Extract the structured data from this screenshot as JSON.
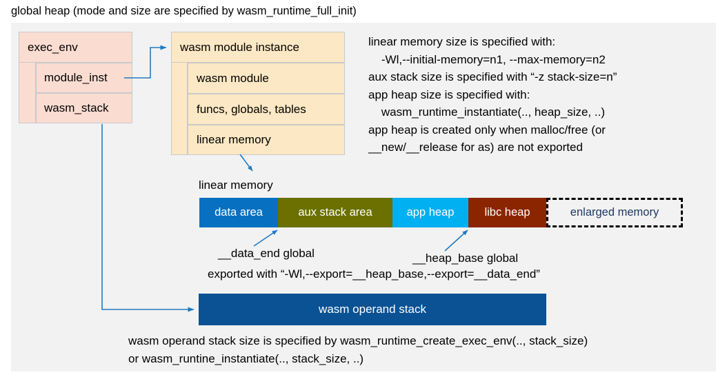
{
  "title": "global heap (mode and size are specified by wasm_runtime_full_init)",
  "colors": {
    "canvas": "#f2f2f2",
    "exec_env_fill": "#fadcd1",
    "module_inst_fill": "#fce8c4",
    "box_border": "#c9c9c9",
    "connector": "#1f7ac0",
    "data_area": "#0770c0",
    "aux_stack_area": "#6b7000",
    "app_heap": "#00b0f0",
    "libc_heap": "#8b2500",
    "enlarged_memory_text": "#1f3864",
    "operand_stack": "#0a5294"
  },
  "exec_env": {
    "header": "exec_env",
    "fields": [
      {
        "label": "module_inst"
      },
      {
        "label": "wasm_stack"
      }
    ]
  },
  "module_instance": {
    "header": "wasm module instance",
    "fields": [
      {
        "label": "wasm module"
      },
      {
        "label": "funcs, globals, tables"
      },
      {
        "label": "linear memory"
      }
    ]
  },
  "notes": "linear memory size is specified with:\n    -Wl,--initial-memory=n1, --max-memory=n2\naux stack size is specified with “-z stack-size=n”\napp heap size is specified with:\n    wasm_runtime_instantiate(.., heap_size, ..)\napp heap is created only when malloc/free (or\n__new/__release for as) are not exported",
  "linear_memory": {
    "caption": "linear memory",
    "segments": [
      {
        "label": "data area",
        "color": "#0770c0"
      },
      {
        "label": "aux stack area",
        "color": "#6b7000"
      },
      {
        "label": "app heap",
        "color": "#00b0f0"
      },
      {
        "label": "libc heap",
        "color": "#8b2500"
      },
      {
        "label": "enlarged memory",
        "color": "#f2f2f2"
      }
    ]
  },
  "callouts": {
    "data_end": "__data_end global",
    "heap_base": "__heap_base global",
    "exported": "exported with “-Wl,--export=__heap_base,--export=__data_end”"
  },
  "operand_stack": {
    "label": "wasm operand stack",
    "notes": "wasm operand stack size is specified by wasm_runtime_create_exec_env(.., stack_size)\nor wasm_runtine_instantiate(.., stack_size, ..)"
  }
}
